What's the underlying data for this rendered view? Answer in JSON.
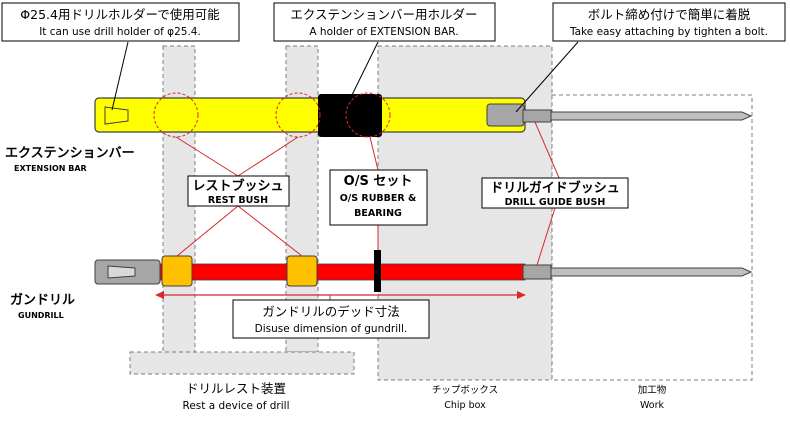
{
  "callouts": {
    "drill_holder": {
      "jp": "Φ25.4用ドリルホルダーで使用可能",
      "en": "It can use drill holder of φ25.4."
    },
    "ext_holder": {
      "jp": "エクステンションバー用ホルダー",
      "en": "A holder of EXTENSION BAR."
    },
    "bolt": {
      "jp": "ボルト締め付けで簡単に着脱",
      "en": "Take easy attaching by tighten a bolt."
    },
    "rest_bush": {
      "jp": "レストブッシュ",
      "en": "REST BUSH"
    },
    "os_set": {
      "jp": "O/S セット",
      "en1": "O/S RUBBER &",
      "en2": "BEARING"
    },
    "guide_bush": {
      "jp": "ドリルガイドブッシュ",
      "en": "DRILL GUIDE BUSH"
    },
    "dead_dim": {
      "jp": "ガンドリルのデッド寸法",
      "en": "Disuse dimension of gundrill."
    }
  },
  "parts": {
    "extension_bar": {
      "jp": "エクステンションバー",
      "en": "EXTENSION BAR"
    },
    "gundrill": {
      "jp": "ガンドリル",
      "en": "GUNDRILL"
    }
  },
  "zones": {
    "rest_device": {
      "jp": "ドリルレスト装置",
      "en": "Rest a device of drill"
    },
    "chip_box": {
      "jp": "チップボックス",
      "en": "Chip box"
    },
    "work": {
      "jp": "加工物",
      "en": "Work"
    }
  },
  "colors": {
    "yellow": "#ffff00",
    "red": "#ff0000",
    "bush": "#ffc000",
    "grey": "#a6a6a6",
    "zone": "#e7e6e6",
    "leader": "#d9282b"
  }
}
